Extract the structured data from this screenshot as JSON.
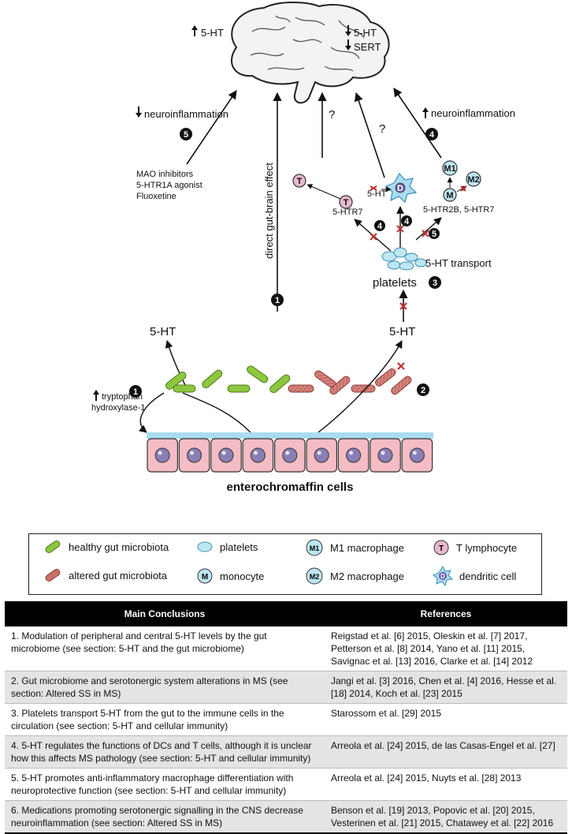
{
  "diagram": {
    "brain": {
      "left_label": "5-HT",
      "right_label_1": "5-HT",
      "right_label_2": "SERT"
    },
    "neuro_decrease_label": "neuroinflammation",
    "neuro_increase_label": "neuroinflammation",
    "medications": [
      "MAO inhibitors",
      "5-HTR1A agonist",
      "Fluoxetine"
    ],
    "direct_effect_label": "direct gut-brain effect",
    "question_mark": "?",
    "receptor_label_t": "5-HTR7",
    "receptor_label_m": "5-HTR2B, 5-HTR7",
    "dc_5ht_label": "5-HT",
    "transport_label": "5-HT transport",
    "platelets_label": "platelets",
    "left_5ht_label": "5-HT",
    "right_5ht_label": "5-HT",
    "tryptophan_label_1": "tryptophan",
    "tryptophan_label_2": "hydroxylase-1",
    "enterochromaffin_label": "enterochromaffin cells",
    "cell_letters": {
      "t": "T",
      "d": "D",
      "m": "M",
      "m1": "M1",
      "m2": "M2"
    },
    "numbers": {
      "five_left": "5",
      "four_right": "4",
      "one_mid": "1",
      "one_left": "1",
      "two_right": "2",
      "three_platelets": "3",
      "four_t": "4",
      "four_d": "4",
      "five_m": "5"
    },
    "colors": {
      "healthy": "#8dc63f",
      "altered": "#c9706a",
      "cell_fill": "#f4bcc4",
      "cell_border": "#333",
      "lumen": "#a9dcef",
      "immune": "#bde6f2",
      "t_cell": "#e7b9cf"
    }
  },
  "legend": {
    "healthy": "healthy gut microbiota",
    "altered": "altered gut microbiota",
    "platelets": "platelets",
    "monocyte": "monocyte",
    "m1": "M1 macrophage",
    "m2": "M2 macrophage",
    "t_lymphocyte": "T lymphocyte",
    "dendritic": "dendritic cell",
    "icons": {
      "m": "M",
      "m1": "M1",
      "m2": "M2",
      "t": "T",
      "d": "D"
    }
  },
  "table": {
    "headers": [
      "Main Conclusions",
      "References"
    ],
    "rows": [
      {
        "c": "1.   Modulation of peripheral and central 5-HT levels by the gut microbiome (see section: 5-HT and the gut microbiome)",
        "r": "Reigstad et al. [6] 2015, Oleskin et al. [7] 2017, Petterson et al. [8] 2014, Yano et al. [11] 2015, Savignac et al. [13] 2016, Clarke et al. [14] 2012"
      },
      {
        "c": "2. Gut microbiome and serotonergic system alterations in MS (see section: Altered SS in MS)",
        "r": "Jangi et al. [3] 2016, Chen et al. [4] 2016, Hesse et al. [18] 2014, Koch et al. [23] 2015"
      },
      {
        "c": "3. Platelets transport 5-HT from the gut to the immune cells in the circulation (see section: 5-HT and cellular immunity)",
        "r": "Starossom et al. [29] 2015"
      },
      {
        "c": "4. 5-HT regulates the functions of DCs and T cells, although it is unclear how this affects MS pathology (see section: 5-HT and cellular immunity)",
        "r": "Arreola et al. [24] 2015, de las Casas-Engel et al. [27]"
      },
      {
        "c": "5.  5-HT promotes anti-inflammatory macrophage differentiation with neuroprotective function (see section: 5-HT and cellular immunity)",
        "r": "Arreola et al. [24] 2015, Nuyts et al. [28] 2013"
      },
      {
        "c": "6. Medications promoting serotonergic signalling in the CNS decrease neuroinflammation (see section: Altered SS in MS)",
        "r": "Benson et al. [19] 2013, Popovic et al. [20] 2015, Vesterinen et al. [21] 2015, Chatawey et al. [22] 2016"
      }
    ]
  }
}
